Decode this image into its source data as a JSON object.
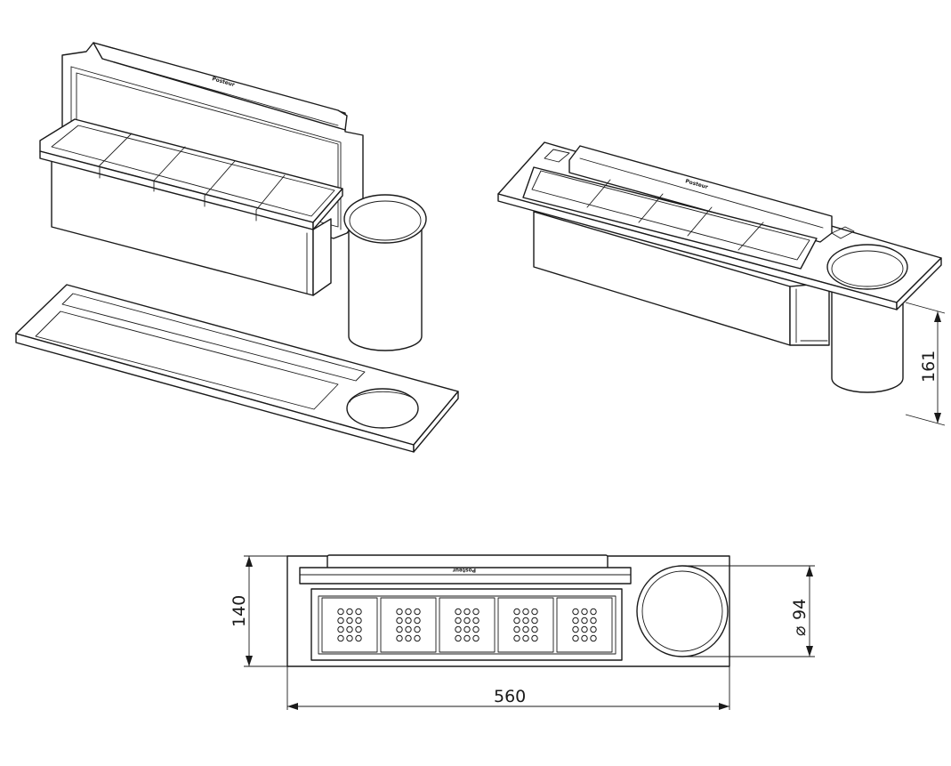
{
  "drawing": {
    "brand_text": "Posteur",
    "dimensions": {
      "height_side": "161",
      "depth_top": "140",
      "width_top": "560",
      "cup_diameter": "94"
    },
    "views": [
      "isometric-exploded",
      "isometric-assembled",
      "top-view"
    ],
    "compartments": 5,
    "holes_per_compartment": {
      "rows": 4,
      "cols": 3
    }
  }
}
